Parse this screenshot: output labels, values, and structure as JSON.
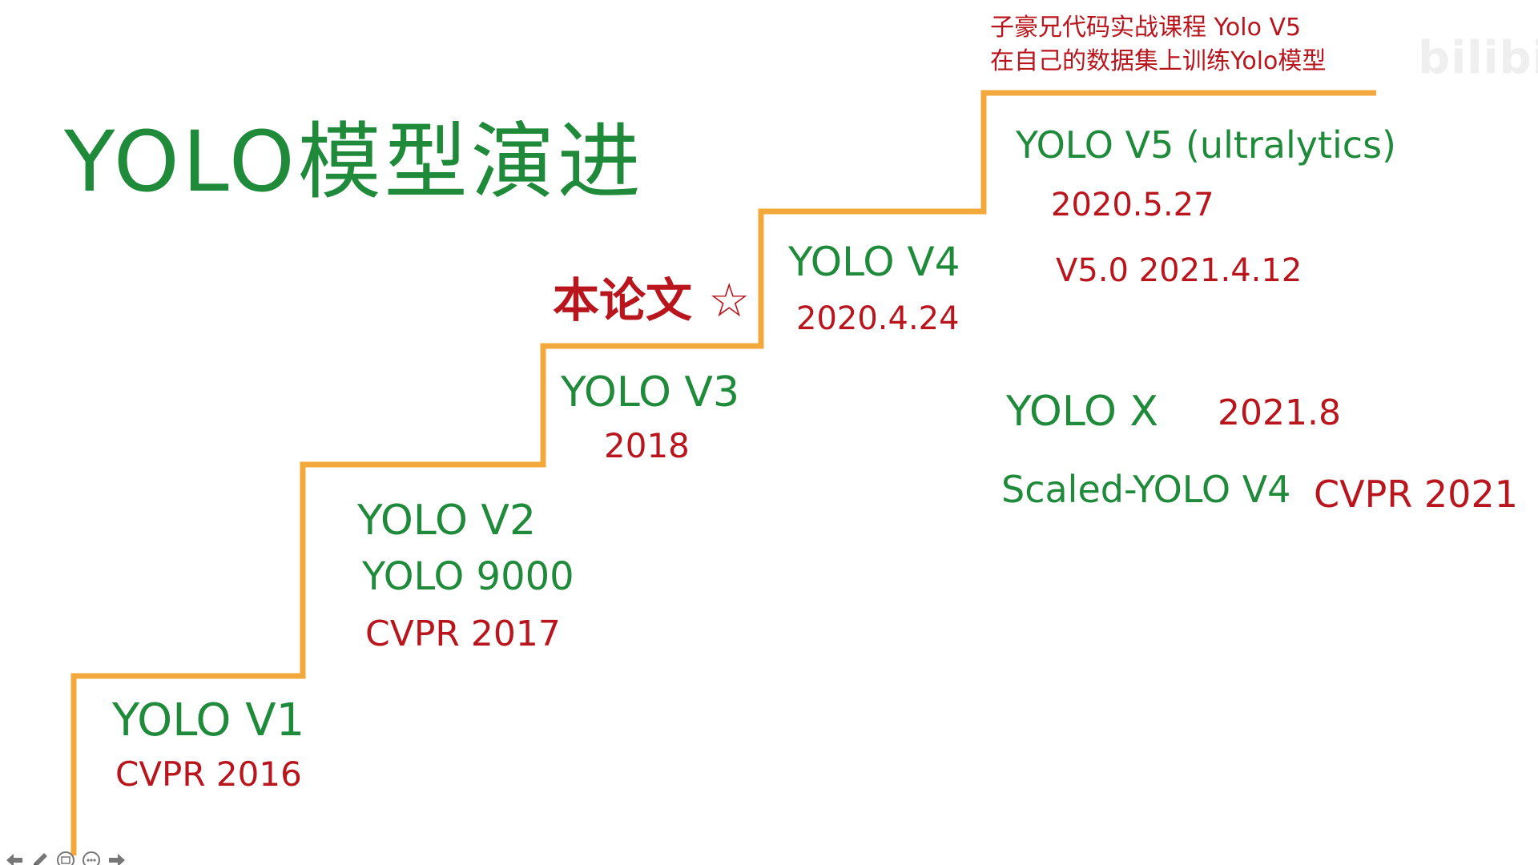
{
  "title": "YOLO模型演进",
  "banner": {
    "line1": "子豪兄代码实战课程  Yolo V5",
    "line2": "在自己的数据集上训练Yolo模型"
  },
  "watermark": "bilibili",
  "steps": {
    "v1": {
      "name": "YOLO V1",
      "venue": "CVPR 2016"
    },
    "v2": {
      "name1": "YOLO V2",
      "name2": "YOLO 9000",
      "venue": "CVPR 2017"
    },
    "v3": {
      "note": "本论文 ☆",
      "name": "YOLO V3",
      "year": "2018"
    },
    "v4": {
      "name": "YOLO V4",
      "date": "2020.4.24"
    },
    "v5": {
      "name": "YOLO V5 (ultralytics)",
      "date": "2020.5.27",
      "release": "V5.0  2021.4.12"
    }
  },
  "others": {
    "yolox_name": "YOLO X",
    "yolox_date": "2021.8",
    "scaled_name": "Scaled-YOLO V4",
    "scaled_venue": "CVPR 2021"
  },
  "colors": {
    "green": "#1e8a3a",
    "red": "#b8151d",
    "stairs": "#f3a83b"
  },
  "toolbar": {
    "icons": [
      "arrow-left-icon",
      "pen-icon",
      "slides-icon",
      "more-icon",
      "arrow-right-icon"
    ]
  }
}
